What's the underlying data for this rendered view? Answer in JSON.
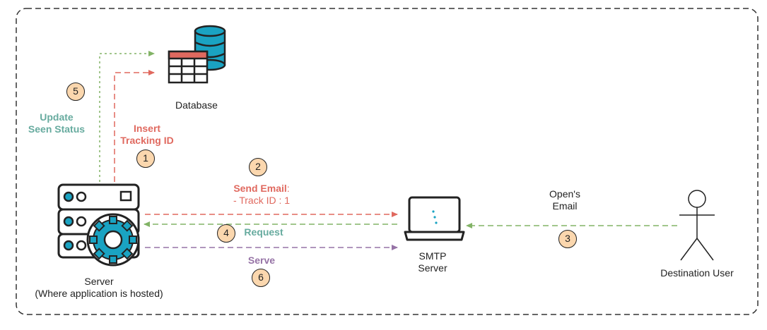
{
  "nodes": {
    "database": {
      "label": "Database"
    },
    "server": {
      "label_line1": "Server",
      "label_line2": "(Where application is hosted)"
    },
    "smtp": {
      "label_line1": "SMTP",
      "label_line2": "Server"
    },
    "user": {
      "label": "Destination User"
    }
  },
  "edges": {
    "insert_tracking": {
      "line1": "Insert",
      "line2": "Tracking ID",
      "step": "1",
      "color": "#e0695f"
    },
    "send_email": {
      "title": "Send Email",
      "colon": ":",
      "detail": "- Track ID : 1",
      "step": "2",
      "color": "#e0695f"
    },
    "open_email": {
      "line1": "Open's",
      "line2": "Email",
      "step": "3",
      "color": "#82b366"
    },
    "request": {
      "label": "Request",
      "step": "4",
      "color": "#67ab9f"
    },
    "update_seen": {
      "line1": "Update",
      "line2": "Seen Status",
      "step": "5",
      "color": "#67ab9f"
    },
    "serve": {
      "label": "Serve",
      "step": "6",
      "color": "#9673a6"
    }
  },
  "colors": {
    "accent_teal": "#1aa3c2",
    "db_red": "#e0695f",
    "badge_fill": "#fbd7ae"
  }
}
